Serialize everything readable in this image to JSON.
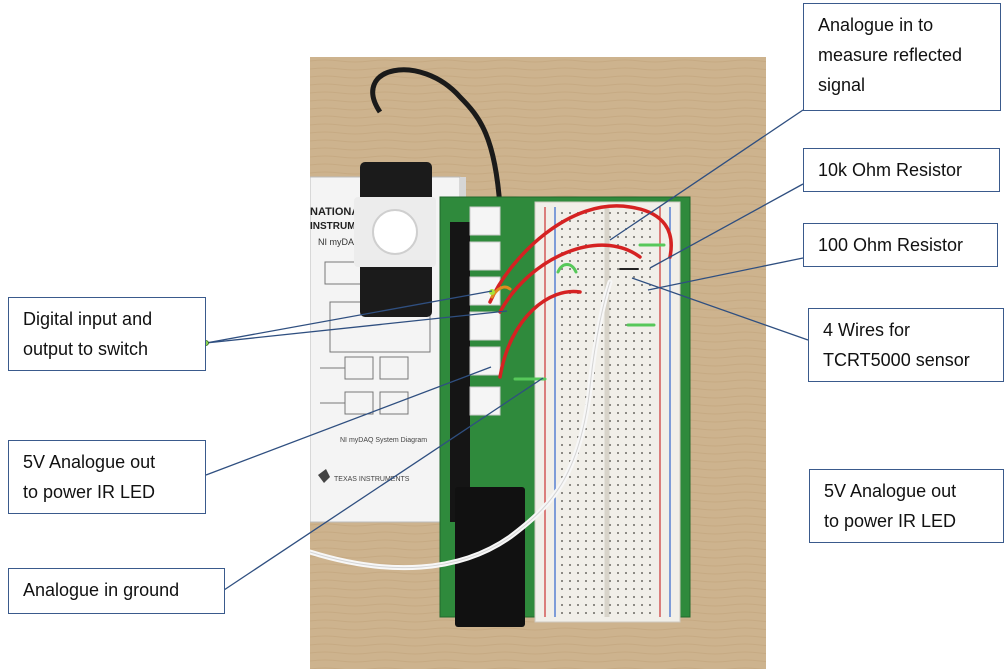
{
  "callouts": {
    "analogue_in_reflected": "Analogue in to\nmeasure reflected\nsignal",
    "resistor_10k": "10k Ohm Resistor",
    "resistor_100": "100 Ohm Resistor",
    "wires_tcrt": "4 Wires for\nTCRT5000 sensor",
    "digital_io": "Digital input and\noutput to switch",
    "analogue_out_left": "5V Analogue out\nto power IR LED",
    "analogue_ground": "Analogue in ground",
    "analogue_out_right": "5V Analogue out\nto power IR LED"
  },
  "photo": {
    "device_brand_1": "NATIONAL",
    "device_brand_2": "INSTRUMENTS",
    "device_model": "NI myDAQ",
    "device_caption": "NI myDAQ System Diagram",
    "ti_logo": "TEXAS INSTRUMENTS"
  },
  "colors": {
    "callout_border": "#3a5a8c",
    "leader_line": "#2f4f80",
    "table": "#cdb38e",
    "board_green": "#2f8a3c"
  }
}
